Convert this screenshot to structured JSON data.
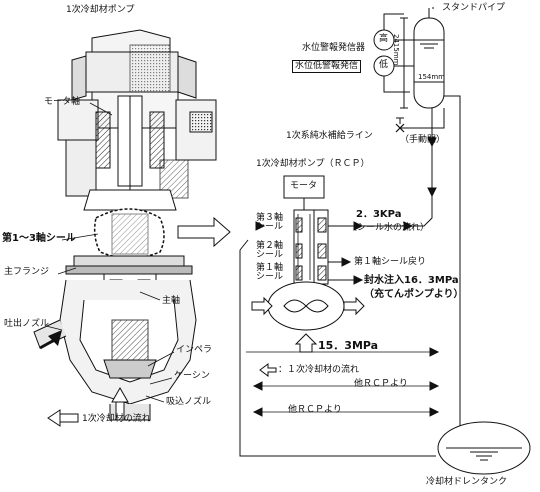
{
  "left": {
    "title": "1次冷却材ポンプ",
    "labels": {
      "motor_shaft": "モータ軸",
      "seals_1_3": "第1～3軸シール",
      "main_flange": "主フランジ",
      "main_shaft": "主軸",
      "discharge_nozzle": "吐出ノズル",
      "impeller": "インペラ",
      "casing": "ケーシン",
      "suction_nozzle": "吸込ノズル"
    },
    "flow_legend": "1次冷却材の流れ"
  },
  "right": {
    "standpipe": "スタンドパイプ",
    "alarm_title": "水位警報発信器",
    "alarm_low": "水位低警報発信",
    "level_high": "高",
    "level_low": "低",
    "dim_2415": "2415mm",
    "dim_154": "154mm",
    "makeup_line": "1次系純水補給ライン",
    "manual_valve": "（手動開）",
    "rcp_title": "1次冷却材ポンプ（ＲＣＰ）",
    "motor": "モータ",
    "seal3": [
      "第３軸",
      "シール"
    ],
    "seal2": [
      "第２軸",
      "シール"
    ],
    "seal1": [
      "第１軸",
      "シール"
    ],
    "pressure_seal_water": "2．3KPa",
    "seal_water_flow": "（シール水の流れ）",
    "seal1_return": "第１軸シール戻り",
    "seal_injection": "封水注入16．3MPa",
    "charging_pump": "（充てんポンプより）",
    "pressure_15": "15．3MPa",
    "legend_flow": "：１次冷却材の流れ",
    "other_rcp_to": "他ＲＣＰより",
    "other_rcp_from": "他ＲＣＰより",
    "drain_tank": "冷却材ドレンタンク"
  }
}
